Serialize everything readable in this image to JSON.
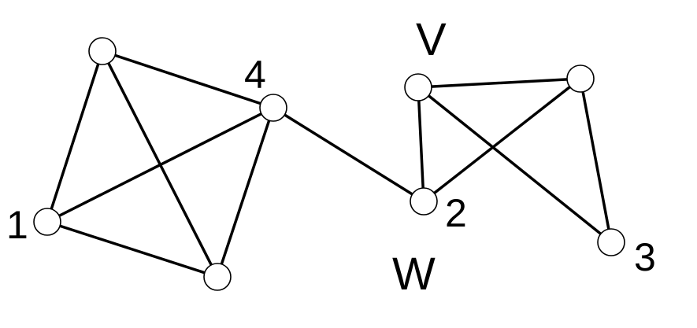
{
  "diagram": {
    "set_labels": {
      "v": "V",
      "w": "W"
    },
    "node_labels": {
      "n1": "1",
      "n2": "2",
      "n3": "3",
      "n4": "4"
    },
    "nodes": [
      "top-left",
      "n1",
      "bottom-left",
      "n4",
      "v-top",
      "right-top",
      "n2",
      "n3"
    ],
    "edges": [
      [
        "top-left",
        "n4"
      ],
      [
        "top-left",
        "n1"
      ],
      [
        "top-left",
        "bottom-left"
      ],
      [
        "n1",
        "n4"
      ],
      [
        "n1",
        "bottom-left"
      ],
      [
        "bottom-left",
        "n4"
      ],
      [
        "n4",
        "n2"
      ],
      [
        "v-top",
        "right-top"
      ],
      [
        "v-top",
        "n2"
      ],
      [
        "v-top",
        "n3"
      ],
      [
        "n2",
        "right-top"
      ],
      [
        "right-top",
        "n3"
      ]
    ],
    "colors": {
      "stroke": "#000000",
      "fill": "#ffffff"
    }
  }
}
